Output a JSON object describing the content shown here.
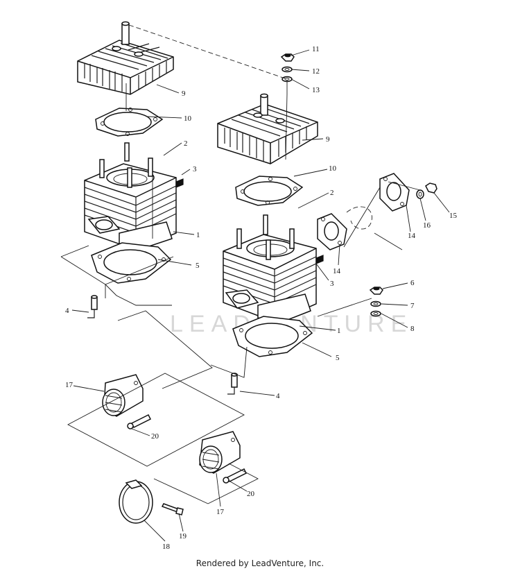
{
  "diagram": {
    "watermark": "LEADVENTURE",
    "footer": "Rendered by LeadVenture, Inc.",
    "callouts": {
      "c1a": "1",
      "c1b": "1",
      "c2a": "2",
      "c2b": "2",
      "c3a": "3",
      "c3b": "3",
      "c4a": "4",
      "c4b": "4",
      "c5a": "5",
      "c5b": "5",
      "c6": "6",
      "c7": "7",
      "c8": "8",
      "c9a": "9",
      "c9b": "9",
      "c10a": "10",
      "c10b": "10",
      "c11": "11",
      "c12": "12",
      "c13": "13",
      "c14a": "14",
      "c14b": "14",
      "c15": "15",
      "c16": "16",
      "c17a": "17",
      "c17b": "17",
      "c18": "18",
      "c19": "19",
      "c20a": "20",
      "c20b": "20"
    }
  }
}
